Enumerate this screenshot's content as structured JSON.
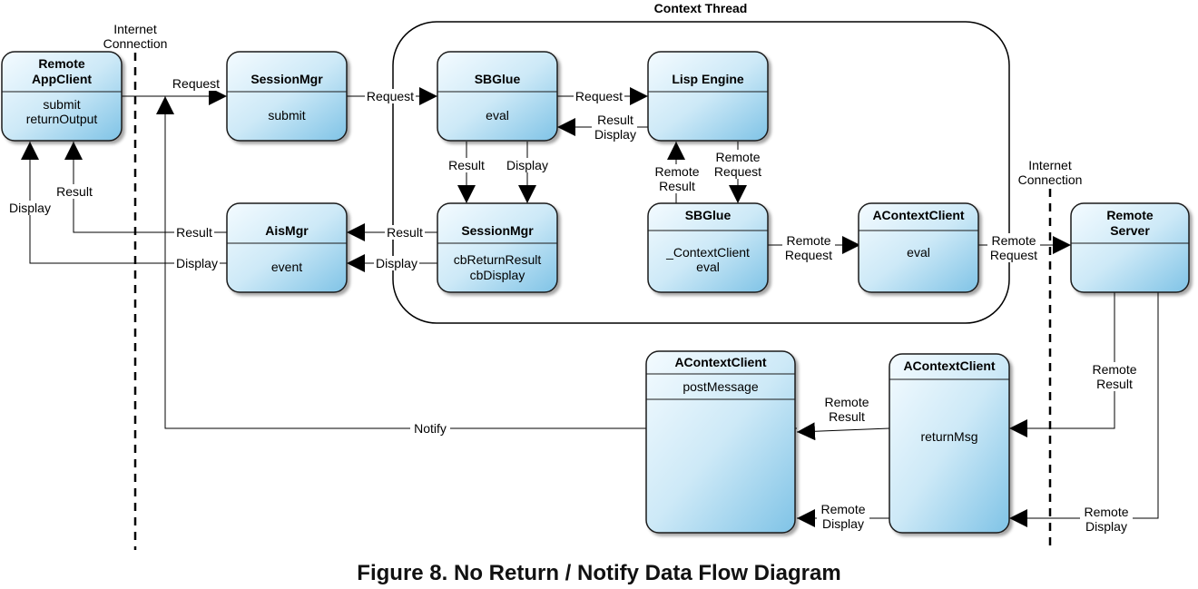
{
  "figure": {
    "caption": "Figure 8. No Return / Notify Data Flow Diagram"
  },
  "colors": {
    "box_fill_top": "#f4fbff",
    "box_fill_bottom": "#7fc3e6",
    "box_stroke": "#1a1a1a",
    "line": "#000000"
  },
  "context_thread": {
    "title": "Context Thread"
  },
  "boundaries": {
    "left": {
      "label_line1": "Internet",
      "label_line2": "Connection"
    },
    "right": {
      "label_line1": "Internet",
      "label_line2": "Connection"
    }
  },
  "nodes": {
    "remote_appclient": {
      "title_line1": "Remote",
      "title_line2": "AppClient",
      "body_line1": "submit",
      "body_line2": "returnOutput"
    },
    "sessionmgr_top": {
      "title": "SessionMgr",
      "body": "submit"
    },
    "sbglue_top": {
      "title": "SBGlue",
      "body": "eval"
    },
    "lisp_engine": {
      "title": "Lisp Engine"
    },
    "aismgr": {
      "title": "AisMgr",
      "body": "event"
    },
    "sessionmgr_mid": {
      "title": "SessionMgr",
      "body_line1": "cbReturnResult",
      "body_line2": "cbDisplay"
    },
    "sbglue_mid": {
      "title": "SBGlue",
      "body_line1": "_ContextClient",
      "body_line2": "eval"
    },
    "acontextclient_mid": {
      "title": "AContextClient",
      "body": "eval"
    },
    "remote_server": {
      "title_line1": "Remote",
      "title_line2": "Server"
    },
    "acontextclient_post": {
      "title": "AContextClient",
      "body": "postMessage"
    },
    "acontextclient_ret": {
      "title": "AContextClient",
      "body": "returnMsg"
    }
  },
  "labels": {
    "request_1": "Request",
    "request_2": "Request",
    "request_3": "Request",
    "result_display_1": "Result",
    "result_display_2": "Display",
    "sb_result": "Result",
    "sb_display": "Display",
    "remote_result_up_1": "Remote",
    "remote_result_up_2": "Result",
    "remote_request_down_1": "Remote",
    "remote_request_down_2": "Request",
    "remote_request_mid_1": "Remote",
    "remote_request_mid_2": "Request",
    "remote_request_out_1": "Remote",
    "remote_request_out_2": "Request",
    "result_app": "Result",
    "display_app": "Display",
    "result_ais": "Result",
    "display_ais": "Display",
    "result_sess": "Result",
    "display_sess": "Display",
    "remote_result_srv_1": "Remote",
    "remote_result_srv_2": "Result",
    "remote_result_post_1": "Remote",
    "remote_result_post_2": "Result",
    "notify": "Notify",
    "remote_display_post_1": "Remote",
    "remote_display_post_2": "Display",
    "remote_display_srv_1": "Remote",
    "remote_display_srv_2": "Display"
  }
}
